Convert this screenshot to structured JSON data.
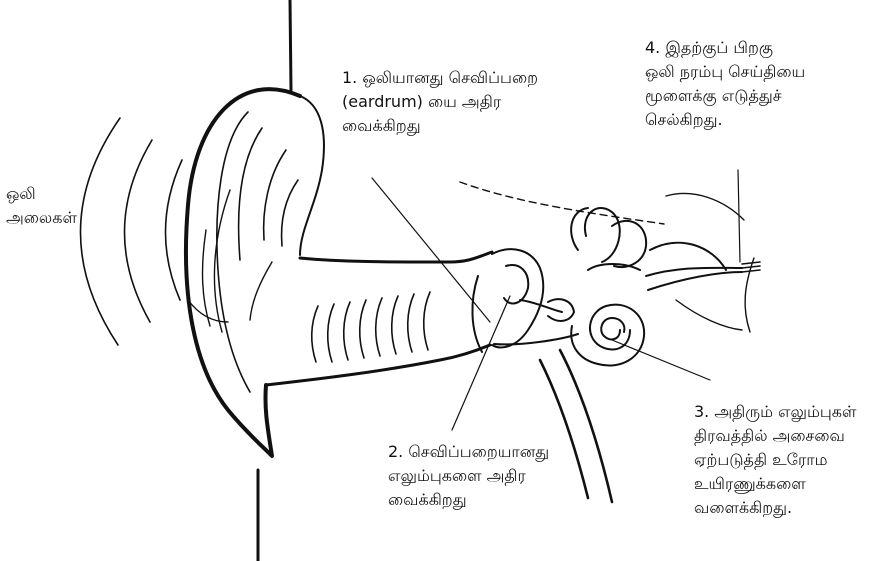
{
  "labels": {
    "sound_waves": "ஒலி\nஅலைகள்",
    "step1": "1. ஒலியானது செவிப்பறை\n(eardrum) யை அதிர\nவைக்கிறது",
    "step2": "2. செவிப்பறையானது\nஎலும்புகளை அதிர\nவைக்கிறது",
    "step3": "3. அதிரும் எலும்புகள்\nதிரவத்தில் அசைவை\nஏற்படுத்தி உரோம\nஉயிரணுக்களை\nவளைக்கிறது.",
    "step4": "4. இதற்குப் பிறகு\nஒலி நரம்பு செய்தியை\nமூளைக்கு எடுத்துச்\nசெல்கிறது."
  },
  "colors": {
    "line": "#111111",
    "background": "#ffffff"
  }
}
